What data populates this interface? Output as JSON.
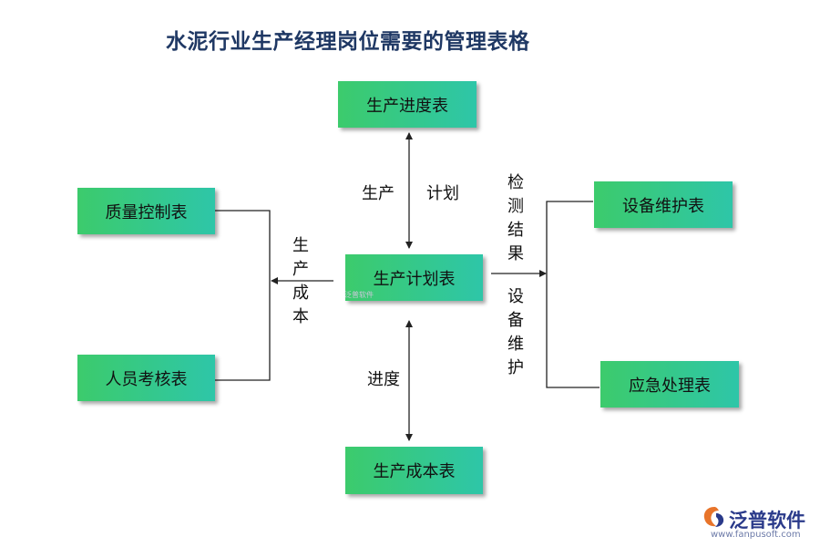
{
  "title": "水泥行业生产经理岗位需要的管理表格",
  "boxes": {
    "top": "生产进度表",
    "center": "生产计划表",
    "bottom": "生产成本表",
    "left_top": "质量控制表",
    "left_bottom": "人员考核表",
    "right_top": "设备维护表",
    "right_bottom": "应急处理表"
  },
  "labels": {
    "top_left": "生产",
    "top_right": "计划",
    "bottom": "进度",
    "left_vertical": "生产成本",
    "right_upper_vertical": "检测结果",
    "right_lower_vertical": "设备维护"
  },
  "watermark": "泛普软件",
  "logo": {
    "name": "泛普软件",
    "url": "www.fanpusoft.com",
    "icon": "fanpu-logo-icon"
  },
  "colors": {
    "title": "#1f3864",
    "box_start": "#3ccb6c",
    "box_end": "#2ec6a8",
    "line": "#222222",
    "logo": "#2a3a8a"
  }
}
